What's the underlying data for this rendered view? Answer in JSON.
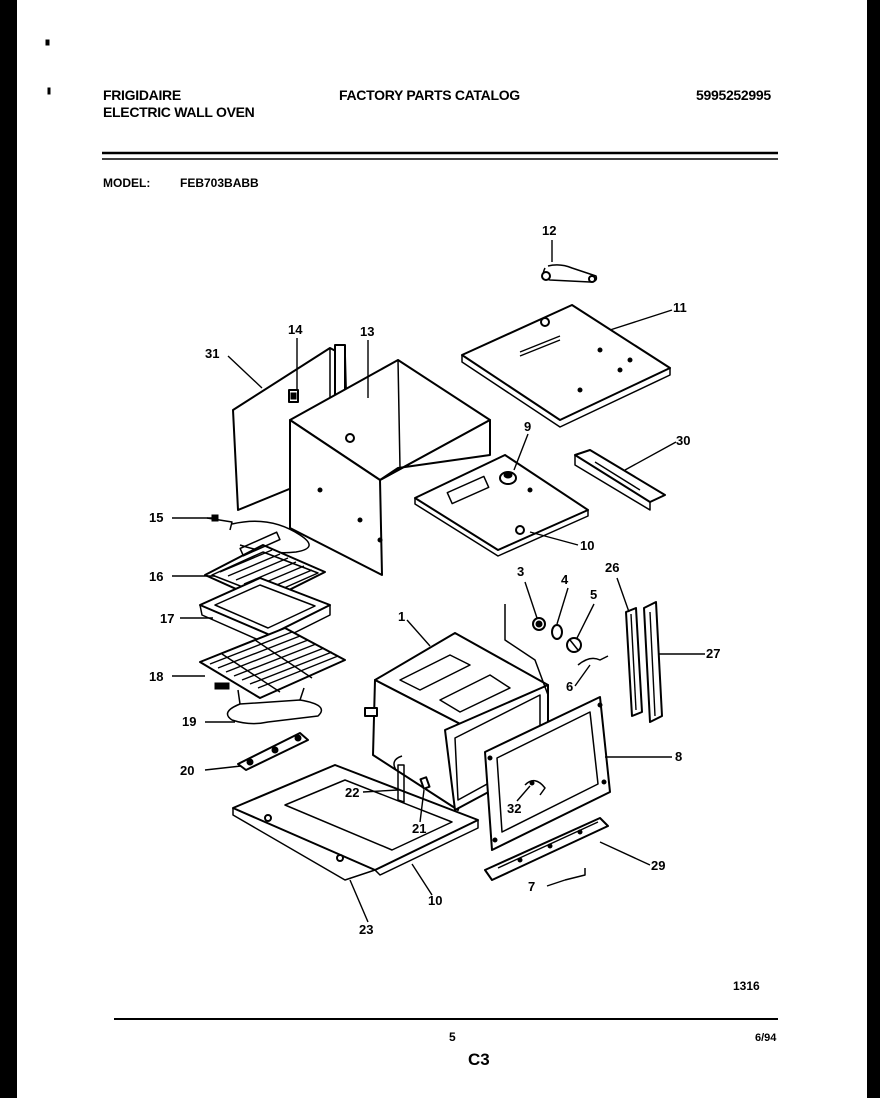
{
  "header": {
    "brand": "FRIGIDAIRE",
    "product": "ELECTRIC WALL OVEN",
    "catalog_title": "FACTORY PARTS CATALOG",
    "catalog_number": "5995252995"
  },
  "model": {
    "label": "MODEL:",
    "value": "FEB703BABB"
  },
  "diagram": {
    "callouts": {
      "c1": "1",
      "c3": "3",
      "c4": "4",
      "c5": "5",
      "c6": "6",
      "c7": "7",
      "c8": "8",
      "c9": "9",
      "c10a": "10",
      "c10b": "10",
      "c11": "11",
      "c12": "12",
      "c13": "13",
      "c14": "14",
      "c15": "15",
      "c16": "16",
      "c17": "17",
      "c18": "18",
      "c19": "19",
      "c20": "20",
      "c21": "21",
      "c22": "22",
      "c23": "23",
      "c26": "26",
      "c27": "27",
      "c29": "29",
      "c30": "30",
      "c31": "31",
      "c32": "32"
    },
    "figure_number": "1316"
  },
  "footer": {
    "page_number": "5",
    "section": "C3",
    "date": "6/94"
  }
}
